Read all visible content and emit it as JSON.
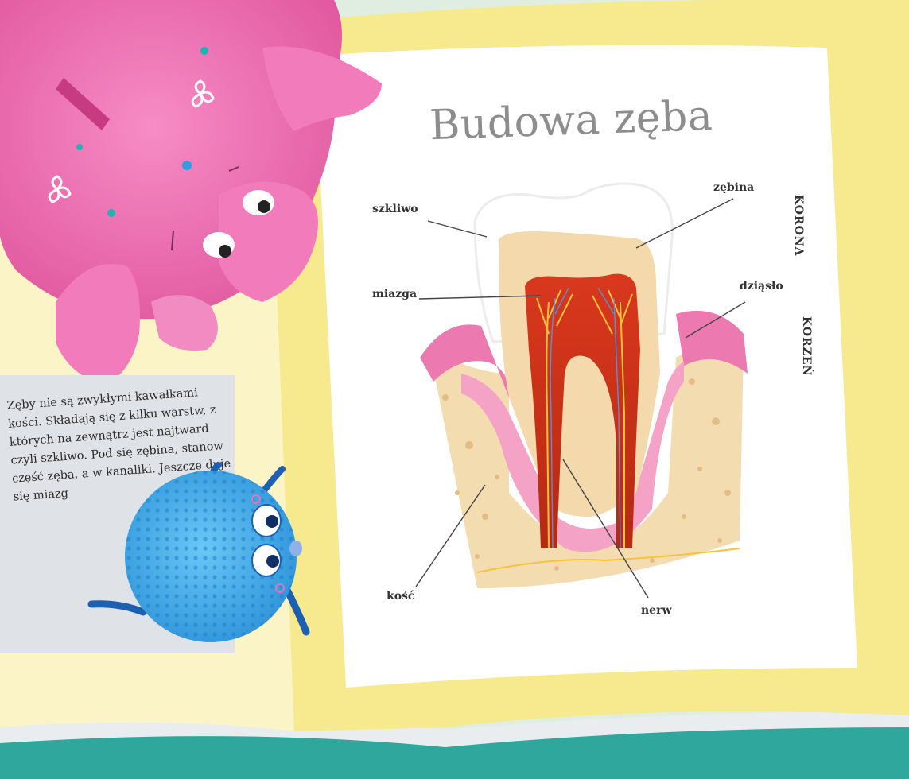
{
  "diagram": {
    "title": "Budowa zęba",
    "labels": {
      "szkliwo": "szkliwo",
      "zebina": "zębina",
      "miazga": "miazga",
      "dziaslo": "dziąsło",
      "kosc": "kość",
      "nerw": "nerw",
      "korona": "KORONA",
      "korzen": "KORZEŃ"
    }
  },
  "side_text": "Zęby nie są zwykłymi kawałkami kości. Składają się z kilku warstw, z których na zewnątrz jest najtward czyli szkliwo. Pod się zębina, stanow część zęba, a w kanaliki. Jeszcze duje się miazg",
  "colors": {
    "pig": "#ee6fb1",
    "page_border": "#f6e98e",
    "ball": "#4fb3ee",
    "book_spine": "#2fa79c"
  },
  "characters": {
    "pig_name": "pink-piggy-bank",
    "ball_name": "blue-dotted-ball-creature"
  }
}
